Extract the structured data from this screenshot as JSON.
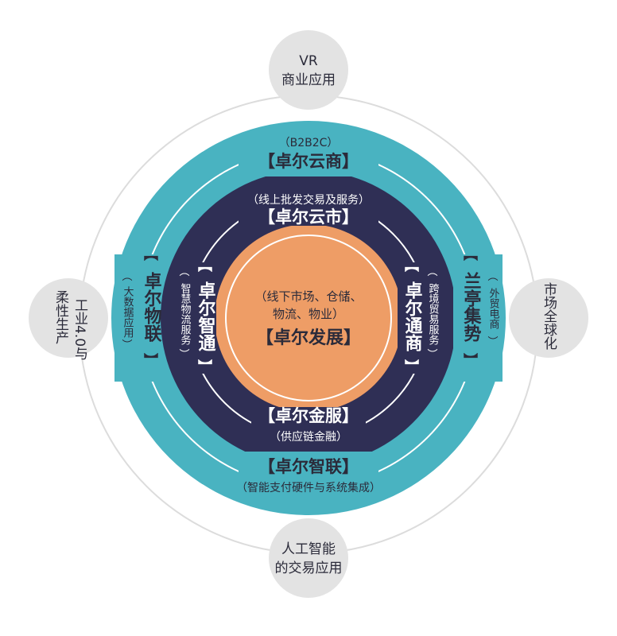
{
  "center": {
    "line1": "（线下市场、仓储、",
    "line2": "物流、物业）",
    "title": "【卓尔发展】"
  },
  "inner_ring": {
    "top": {
      "sub": "（线上批发交易及服务）",
      "title": "【卓尔云市】"
    },
    "bottom": {
      "title": "【卓尔金服】",
      "sub": "（供应链金融）"
    },
    "left": {
      "title": "卓尔智通",
      "sub": "智慧物流服务"
    },
    "right": {
      "title": "卓尔通商",
      "sub": "跨境贸易服务"
    }
  },
  "outer_ring": {
    "top": {
      "sub": "（B2B2C）",
      "title": "【卓尔云商】"
    },
    "bottom": {
      "title": "【卓尔智联】",
      "sub": "（智能支付硬件与系统集成）"
    },
    "left": {
      "title": "卓尔物联",
      "sub": "大数据应用"
    },
    "right": {
      "title": "兰亭集势",
      "sub": "外贸电商"
    }
  },
  "satellites": {
    "top": {
      "line1": "VR",
      "line2": "商业应用"
    },
    "bottom": {
      "line1": "人工智能",
      "line2": "的交易应用"
    },
    "left": {
      "col1": "工业4.0与",
      "col2": "柔性生产"
    },
    "right": {
      "text": "市场全球化"
    }
  },
  "colors": {
    "outer_ring": "#49b3c1",
    "inner_ring": "#2f2f55",
    "core": "#ee9d66",
    "satellite": "#e3e3e3",
    "orbit": "#dcdcdc",
    "text_dark": "#2b2b3a",
    "text_light": "#ffffff"
  }
}
